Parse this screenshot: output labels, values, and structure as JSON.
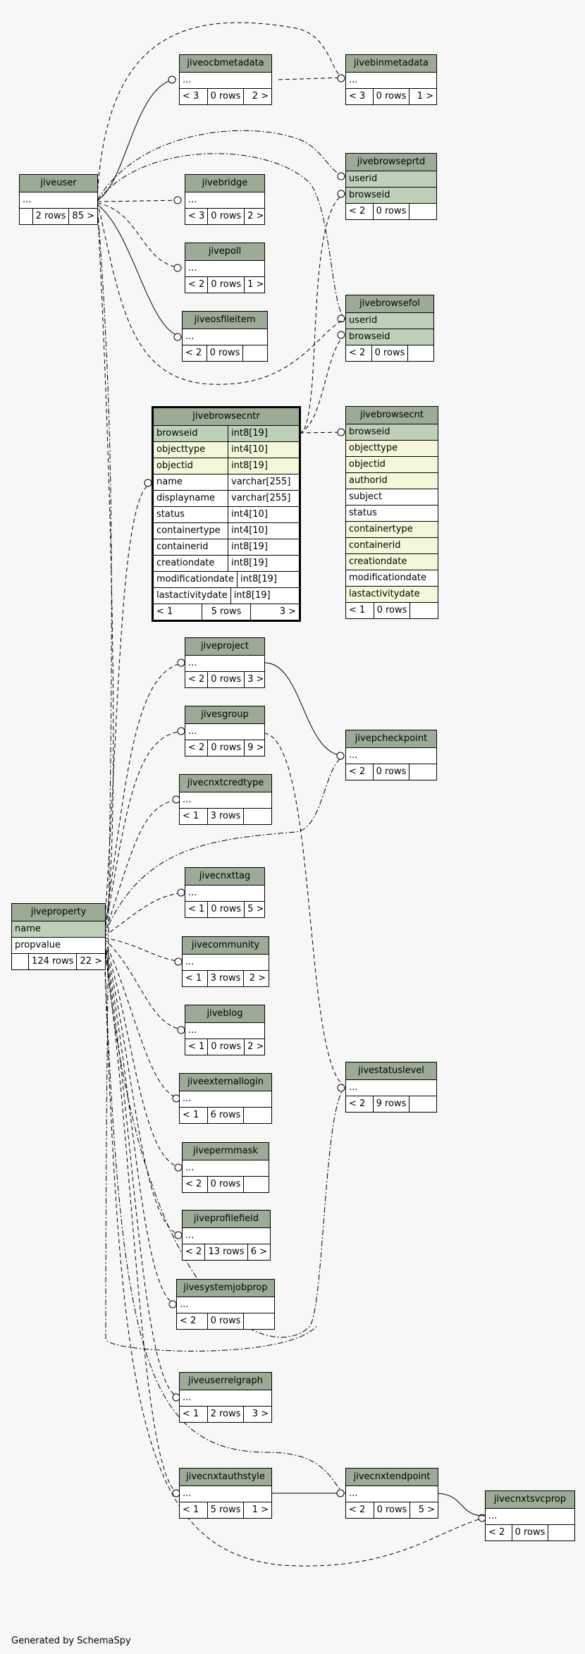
{
  "tables": [
    {
      "key": "jiveocbmetadata",
      "name": "jiveocbmetadata",
      "rows": [
        {
          "name": "...",
          "kind": "plain"
        }
      ],
      "parents": "< 3",
      "row_count": "0 rows",
      "children": "2 >"
    },
    {
      "key": "jivebinmetadata",
      "name": "jivebinmetadata",
      "rows": [
        {
          "name": "...",
          "kind": "plain"
        }
      ],
      "parents": "< 3",
      "row_count": "0 rows",
      "children": "1 >"
    },
    {
      "key": "jiveuser",
      "name": "jiveuser",
      "rows": [
        {
          "name": "...",
          "kind": "plain"
        }
      ],
      "parents": "",
      "row_count": "2 rows",
      "children": "85 >"
    },
    {
      "key": "jivebridge",
      "name": "jivebridge",
      "rows": [
        {
          "name": "...",
          "kind": "plain"
        }
      ],
      "parents": "< 3",
      "row_count": "0 rows",
      "children": "2 >"
    },
    {
      "key": "jivebrowseprtd",
      "name": "jivebrowseprtd",
      "rows": [
        {
          "name": "userid",
          "kind": "key"
        },
        {
          "name": "browseid",
          "kind": "key"
        }
      ],
      "parents": "< 2",
      "row_count": "0 rows",
      "children": ""
    },
    {
      "key": "jivepoll",
      "name": "jivepoll",
      "rows": [
        {
          "name": "...",
          "kind": "plain"
        }
      ],
      "parents": "< 2",
      "row_count": "0 rows",
      "children": "1 >"
    },
    {
      "key": "jivebrowsefol",
      "name": "jivebrowsefol",
      "rows": [
        {
          "name": "userid",
          "kind": "key"
        },
        {
          "name": "browseid",
          "kind": "key"
        }
      ],
      "parents": "< 2",
      "row_count": "0 rows",
      "children": ""
    },
    {
      "key": "jiveosfileitem",
      "name": "jiveosfileitem",
      "rows": [
        {
          "name": "...",
          "kind": "plain"
        }
      ],
      "parents": "< 2",
      "row_count": "0 rows",
      "children": ""
    },
    {
      "key": "jivebrowsecntr",
      "name": "jivebrowsecntr",
      "focus": true,
      "rows": [
        {
          "name": "browseid",
          "type": "int8[19]",
          "kind": "key"
        },
        {
          "name": "objecttype",
          "type": "int4[10]",
          "kind": "fk"
        },
        {
          "name": "objectid",
          "type": "int8[19]",
          "kind": "fk"
        },
        {
          "name": "name",
          "type": "varchar[255]",
          "kind": "plain"
        },
        {
          "name": "displayname",
          "type": "varchar[255]",
          "kind": "plain"
        },
        {
          "name": "status",
          "type": "int4[10]",
          "kind": "plain"
        },
        {
          "name": "containertype",
          "type": "int4[10]",
          "kind": "plain"
        },
        {
          "name": "containerid",
          "type": "int8[19]",
          "kind": "plain"
        },
        {
          "name": "creationdate",
          "type": "int8[19]",
          "kind": "plain"
        },
        {
          "name": "modificationdate",
          "type": "int8[19]",
          "kind": "plain"
        },
        {
          "name": "lastactivitydate",
          "type": "int8[19]",
          "kind": "plain"
        }
      ],
      "parents": "< 1",
      "row_count": "5 rows",
      "children": "3 >"
    },
    {
      "key": "jivebrowsecnt",
      "name": "jivebrowsecnt",
      "rows": [
        {
          "name": "browseid",
          "kind": "key"
        },
        {
          "name": "objecttype",
          "kind": "fk"
        },
        {
          "name": "objectid",
          "kind": "fk"
        },
        {
          "name": "authorid",
          "kind": "fk"
        },
        {
          "name": "subject",
          "kind": "plain"
        },
        {
          "name": "status",
          "kind": "plain"
        },
        {
          "name": "containertype",
          "kind": "fk"
        },
        {
          "name": "containerid",
          "kind": "fk"
        },
        {
          "name": "creationdate",
          "kind": "fk"
        },
        {
          "name": "modificationdate",
          "kind": "plain"
        },
        {
          "name": "lastactivitydate",
          "kind": "fk"
        }
      ],
      "parents": "< 1",
      "row_count": "0 rows",
      "children": ""
    },
    {
      "key": "jiveproject",
      "name": "jiveproject",
      "rows": [
        {
          "name": "...",
          "kind": "plain"
        }
      ],
      "parents": "< 2",
      "row_count": "0 rows",
      "children": "3 >"
    },
    {
      "key": "jivesgroup",
      "name": "jivesgroup",
      "rows": [
        {
          "name": "...",
          "kind": "plain"
        }
      ],
      "parents": "< 2",
      "row_count": "0 rows",
      "children": "9 >"
    },
    {
      "key": "jivepcheckpoint",
      "name": "jivepcheckpoint",
      "rows": [
        {
          "name": "...",
          "kind": "plain"
        }
      ],
      "parents": "< 2",
      "row_count": "0 rows",
      "children": ""
    },
    {
      "key": "jivecnxtcredtype",
      "name": "jivecnxtcredtype",
      "rows": [
        {
          "name": "...",
          "kind": "plain"
        }
      ],
      "parents": "< 1",
      "row_count": "3 rows",
      "children": ""
    },
    {
      "key": "jivecnxttag",
      "name": "jivecnxttag",
      "rows": [
        {
          "name": "...",
          "kind": "plain"
        }
      ],
      "parents": "< 1",
      "row_count": "0 rows",
      "children": "5 >"
    },
    {
      "key": "jiveproperty",
      "name": "jiveproperty",
      "rows": [
        {
          "name": "name",
          "kind": "key"
        },
        {
          "name": "propvalue",
          "kind": "plain"
        }
      ],
      "parents": "",
      "row_count": "124 rows",
      "children": "22 >"
    },
    {
      "key": "jivecommunity",
      "name": "jivecommunity",
      "rows": [
        {
          "name": "...",
          "kind": "plain"
        }
      ],
      "parents": "< 1",
      "row_count": "3 rows",
      "children": "2 >"
    },
    {
      "key": "jiveblog",
      "name": "jiveblog",
      "rows": [
        {
          "name": "...",
          "kind": "plain"
        }
      ],
      "parents": "< 1",
      "row_count": "0 rows",
      "children": "2 >"
    },
    {
      "key": "jiveexternallogin",
      "name": "jiveexternallogin",
      "rows": [
        {
          "name": "...",
          "kind": "plain"
        }
      ],
      "parents": "< 1",
      "row_count": "6 rows",
      "children": ""
    },
    {
      "key": "jivestatuslevel",
      "name": "jivestatuslevel",
      "rows": [
        {
          "name": "...",
          "kind": "plain"
        }
      ],
      "parents": "< 2",
      "row_count": "9 rows",
      "children": ""
    },
    {
      "key": "jivepermmask",
      "name": "jivepermmask",
      "rows": [
        {
          "name": "...",
          "kind": "plain"
        }
      ],
      "parents": "< 2",
      "row_count": "0 rows",
      "children": ""
    },
    {
      "key": "jiveprofilefield",
      "name": "jiveprofilefield",
      "rows": [
        {
          "name": "...",
          "kind": "plain"
        }
      ],
      "parents": "< 2",
      "row_count": "13 rows",
      "children": "6 >"
    },
    {
      "key": "jivesystemjobprop",
      "name": "jivesystemjobprop",
      "rows": [
        {
          "name": "...",
          "kind": "plain"
        }
      ],
      "parents": "< 2",
      "row_count": "0 rows",
      "children": ""
    },
    {
      "key": "jiveuserrelgraph",
      "name": "jiveuserrelgraph",
      "rows": [
        {
          "name": "...",
          "kind": "plain"
        }
      ],
      "parents": "< 1",
      "row_count": "2 rows",
      "children": "3 >"
    },
    {
      "key": "jivecnxtauthstyle",
      "name": "jivecnxtauthstyle",
      "rows": [
        {
          "name": "...",
          "kind": "plain"
        }
      ],
      "parents": "< 1",
      "row_count": "5 rows",
      "children": "1 >"
    },
    {
      "key": "jivecnxtendpoint",
      "name": "jivecnxtendpoint",
      "rows": [
        {
          "name": "...",
          "kind": "plain"
        }
      ],
      "parents": "< 2",
      "row_count": "0 rows",
      "children": "5 >"
    },
    {
      "key": "jivecnxtsvcprop",
      "name": "jivecnxtsvcprop",
      "rows": [
        {
          "name": "...",
          "kind": "plain"
        }
      ],
      "parents": "< 2",
      "row_count": "0 rows",
      "children": ""
    }
  ],
  "footer": "Generated by SchemaSpy",
  "colors": {
    "title_bg": "#9bab96",
    "key_bg": "#bed1b8",
    "fk_bg": "#f4f7da",
    "page_bg": "#f7f7f7"
  }
}
